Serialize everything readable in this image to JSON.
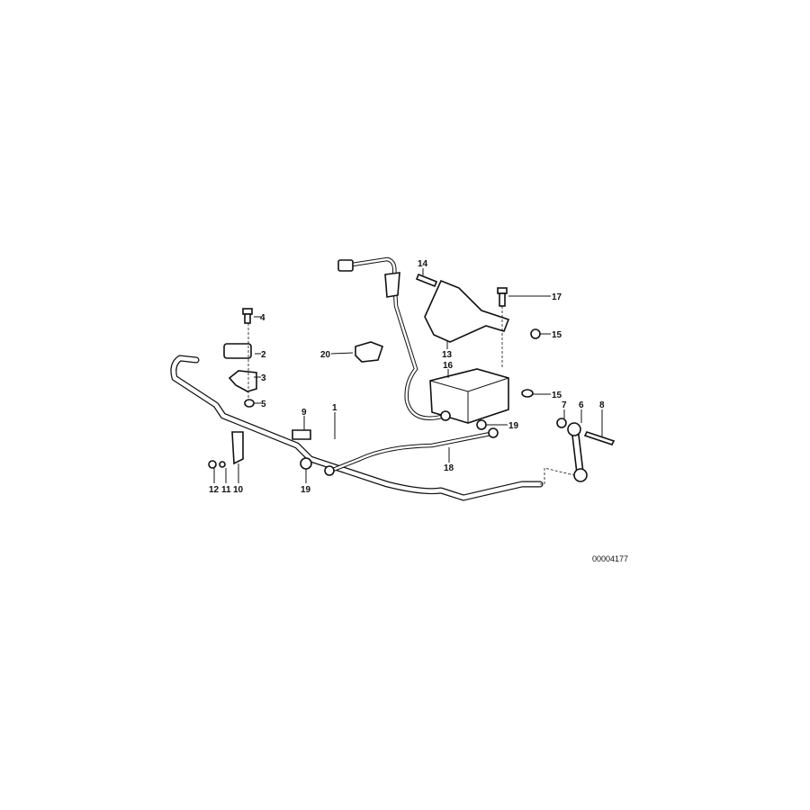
{
  "diagram": {
    "reference_number": "00004177",
    "callouts": {
      "c1": "1",
      "c2": "2",
      "c3": "3",
      "c4": "4",
      "c5": "5",
      "c6": "6",
      "c7": "7",
      "c8": "8",
      "c9": "9",
      "c10": "10",
      "c11": "11",
      "c12": "12",
      "c13": "13",
      "c14": "14",
      "c15a": "15",
      "c15b": "15",
      "c16": "16",
      "c17": "17",
      "c18": "18",
      "c19a": "19",
      "c19b": "19",
      "c20": "20"
    }
  }
}
